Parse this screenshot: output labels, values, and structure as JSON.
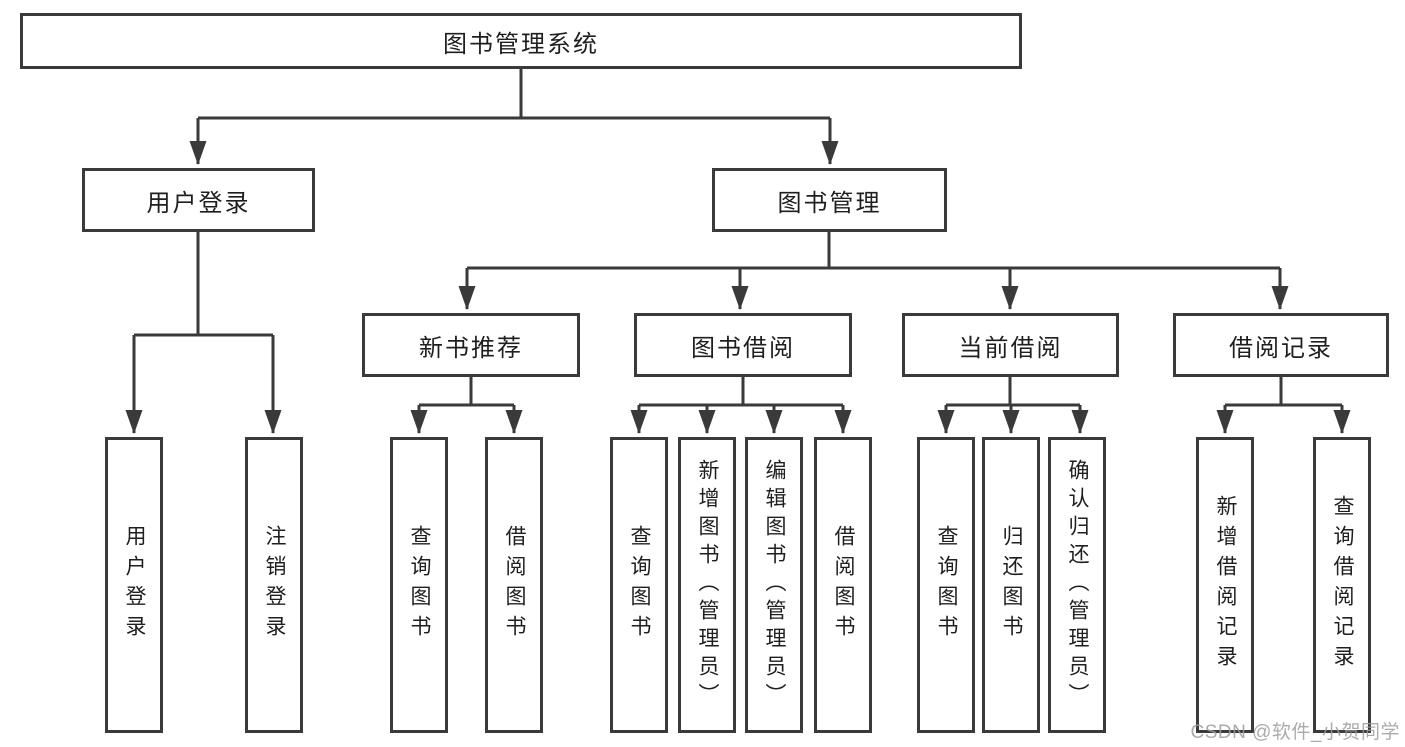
{
  "diagram": {
    "title": "图书管理系统",
    "watermark": "CSDN @软件_小贺同学",
    "colors": {
      "background": "#ffffff",
      "line": "#3a3a3a",
      "box_border": "#3a3a3a",
      "text": "#1f1f1f",
      "watermark": "#a09b9b"
    },
    "level2": [
      {
        "label": "用户登录"
      },
      {
        "label": "图书管理"
      }
    ],
    "level3": [
      {
        "label": "新书推荐"
      },
      {
        "label": "图书借阅"
      },
      {
        "label": "当前借阅"
      },
      {
        "label": "借阅记录"
      }
    ],
    "leaves": {
      "user_login": [
        "用户登录",
        "注销登录"
      ],
      "new_book_recommend": [
        "查询图书",
        "借阅图书"
      ],
      "book_borrow": [
        "查询图书",
        "新增图书（管理员）",
        "编辑图书（管理员）",
        "借阅图书"
      ],
      "current_borrow": [
        "查询图书",
        "归还图书",
        "确认归还（管理员）"
      ],
      "borrow_records": [
        "新增借阅记录",
        "查询借阅记录"
      ]
    }
  }
}
